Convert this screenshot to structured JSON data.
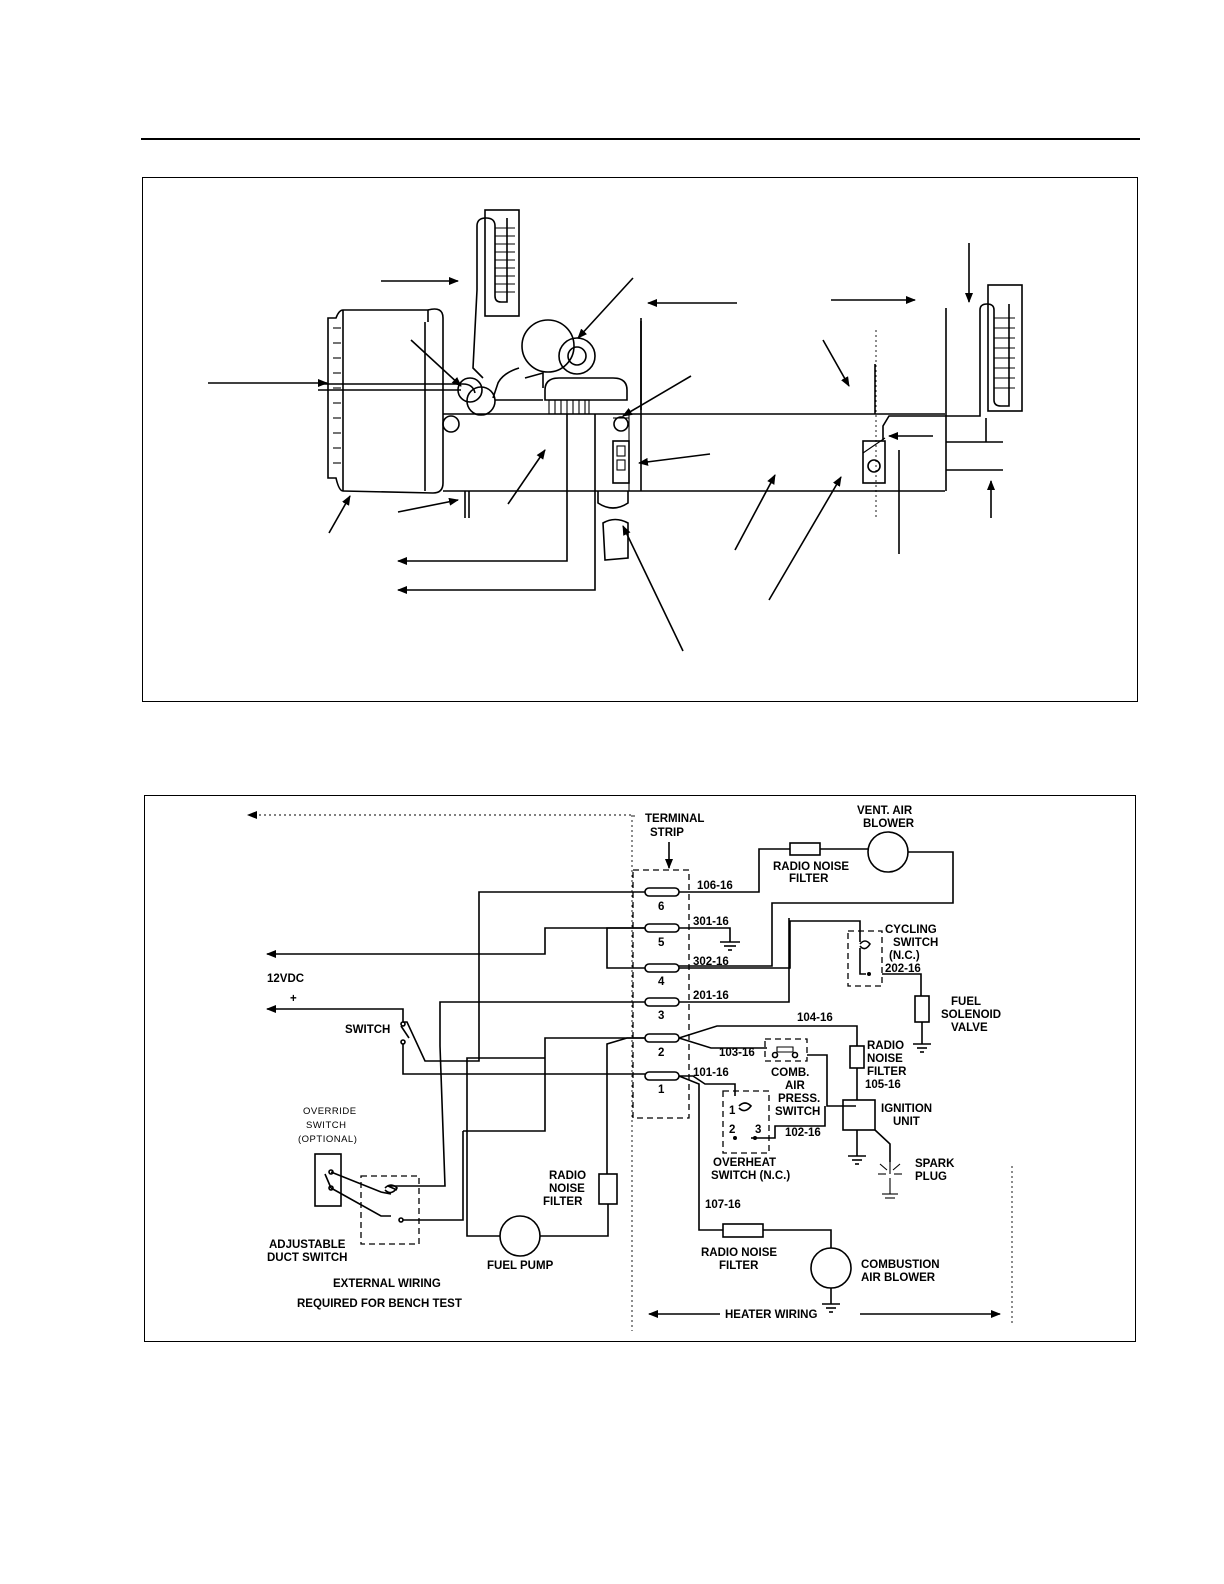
{
  "wiring": {
    "terminal_strip": [
      "TERMINAL",
      "STRIP"
    ],
    "vent_air_blower": [
      "VENT. AIR",
      "BLOWER"
    ],
    "radio_noise_filter_top": [
      "RADIO NOISE",
      "FILTER"
    ],
    "wire_106": "106-16",
    "wire_301": "301-16",
    "wire_302": "302-16",
    "wire_201": "201-16",
    "wire_104": "104-16",
    "wire_103": "103-16",
    "wire_101": "101-16",
    "wire_202": "202-16",
    "wire_105": "105-16",
    "wire_102": "102-16",
    "wire_107": "107-16",
    "terminals": [
      "6",
      "5",
      "4",
      "3",
      "2",
      "1"
    ],
    "cycling_switch": [
      "CYCLING",
      "SWITCH",
      "(N.C.)"
    ],
    "fuel_solenoid_valve": [
      "FUEL",
      "SOLENOID",
      "VALVE"
    ],
    "radio_noise_filter_right": [
      "RADIO",
      "NOISE",
      "FILTER"
    ],
    "comb_air_press_switch": [
      "COMB.",
      "AIR",
      "PRESS.",
      "SWITCH"
    ],
    "ignition_unit": [
      "IGNITION",
      "UNIT"
    ],
    "spark_plug": [
      "SPARK",
      "PLUG"
    ],
    "overheat_switch": [
      "OVERHEAT",
      "SWITCH (N.C.)"
    ],
    "overheat_terminals": [
      "1",
      "2",
      "3"
    ],
    "supply": "12VDC",
    "plus": "+",
    "switch": "SWITCH",
    "override_switch": [
      "OVERRIDE",
      "SWITCH",
      "(OPTIONAL)"
    ],
    "adjustable_duct_switch": [
      "ADJUSTABLE",
      "DUCT SWITCH"
    ],
    "radio_noise_filter_pump": [
      "RADIO",
      "NOISE",
      "FILTER"
    ],
    "fuel_pump": "FUEL PUMP",
    "radio_noise_filter_bottom": [
      "RADIO NOISE",
      "FILTER"
    ],
    "combustion_air_blower": [
      "COMBUSTION",
      "AIR BLOWER"
    ],
    "external_wiring": [
      "EXTERNAL WIRING",
      "REQUIRED FOR BENCH TEST"
    ],
    "heater_wiring": "HEATER WIRING"
  }
}
